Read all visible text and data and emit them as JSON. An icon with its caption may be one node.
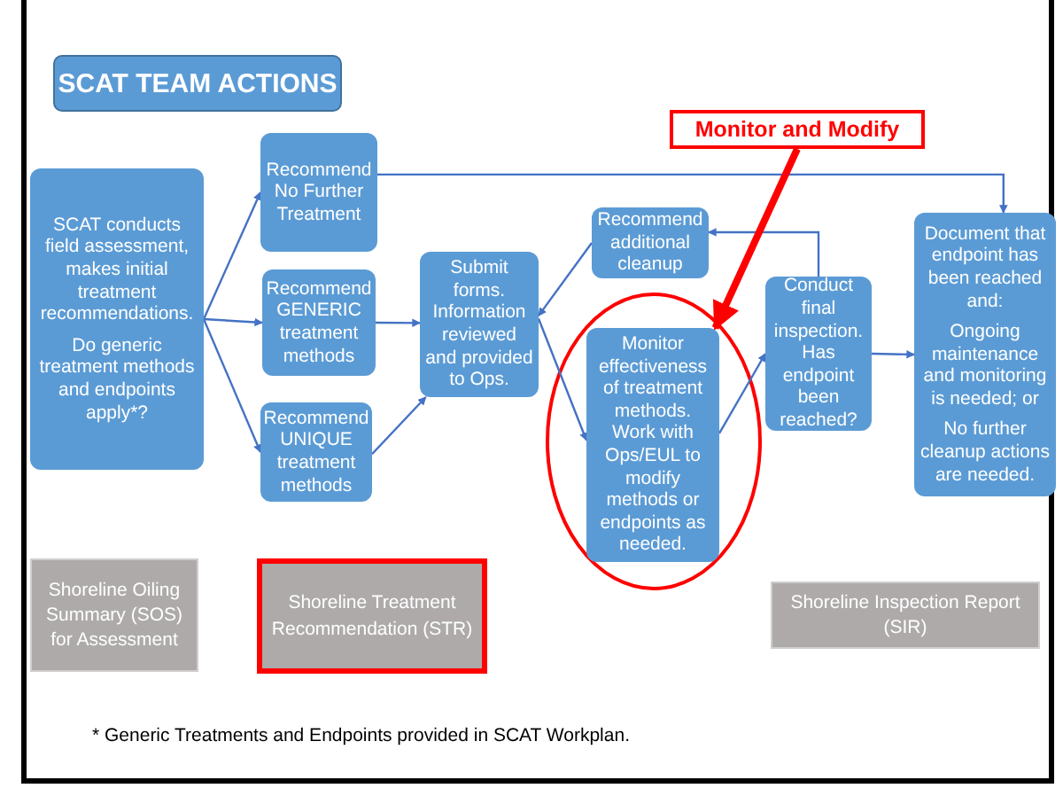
{
  "diagram": {
    "title": "SCAT TEAM ACTIONS",
    "nodes": [
      {
        "text": [
          "SCAT conducts field assessment, makes initial treatment recommendations.",
          "Do generic treatment methods and endpoints apply*?"
        ]
      },
      {
        "text": [
          "Recommend No Further Treatment"
        ]
      },
      {
        "text": [
          "Recommend GENERIC treatment methods"
        ]
      },
      {
        "text": [
          "Recommend UNIQUE treatment methods"
        ]
      },
      {
        "text": [
          "Submit forms. Information reviewed and provided to Ops."
        ]
      },
      {
        "text": [
          "Recommend additional cleanup"
        ]
      },
      {
        "text": [
          "Monitor effectiveness of treatment methods. Work with Ops/EUL to modify methods or endpoints as needed."
        ]
      },
      {
        "text": [
          "Conduct final inspection. Has endpoint been reached?"
        ]
      },
      {
        "text": [
          "Document that endpoint has been reached and:",
          "Ongoing maintenance and monitoring is needed; or",
          "No further cleanup actions are needed."
        ]
      },
      {
        "text": [
          "Monitor and Modify"
        ]
      },
      {
        "text": [
          "Shoreline Oiling Summary (SOS) for Assessment"
        ]
      },
      {
        "text": [
          "Shoreline Treatment Recommendation (STR)"
        ]
      },
      {
        "text": [
          "Shoreline Inspection Report (SIR)"
        ]
      }
    ],
    "edges": [
      {
        "from": 0,
        "to": 1,
        "arrow": "to"
      },
      {
        "from": 0,
        "to": 2,
        "arrow": "to"
      },
      {
        "from": 0,
        "to": 3,
        "arrow": "to"
      },
      {
        "from": 2,
        "to": 4,
        "arrow": "to"
      },
      {
        "from": 3,
        "to": 4,
        "arrow": "to"
      },
      {
        "from": 1,
        "to": 8,
        "arrow": "to"
      },
      {
        "from": 4,
        "to": 6,
        "arrow": "to"
      },
      {
        "from": 5,
        "to": 4,
        "arrow": "to"
      },
      {
        "from": 6,
        "to": 7,
        "arrow": "to"
      },
      {
        "from": 7,
        "to": 5,
        "arrow": "to"
      },
      {
        "from": 7,
        "to": 8,
        "arrow": "to"
      },
      {
        "from": 9,
        "to": 6,
        "arrow": "to",
        "style": "thick",
        "color": "#ff0000"
      }
    ],
    "labels": [
      "* Generic Treatments and Endpoints provided in SCAT Workplan."
    ]
  }
}
